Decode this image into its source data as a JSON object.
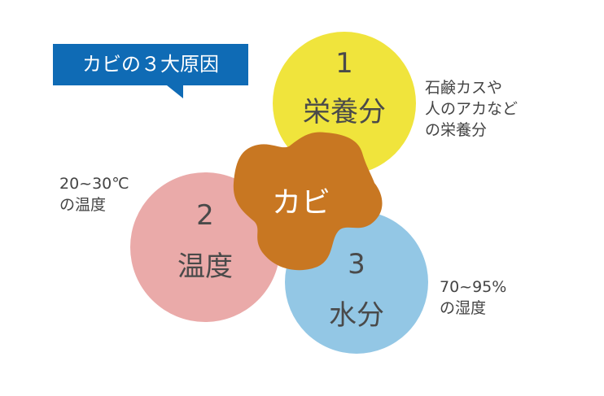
{
  "title": "カビの３大原因",
  "center": {
    "label": "カビ",
    "color": "#c87722"
  },
  "causes": [
    {
      "number": "1",
      "name": "栄養分",
      "color": "#f0e43c",
      "detail": [
        "石鹸カスや",
        "人のアカなど",
        "の栄養分"
      ]
    },
    {
      "number": "2",
      "name": "温度",
      "color": "#eaaaa9",
      "detail": [
        "20~30℃",
        "の温度"
      ]
    },
    {
      "number": "3",
      "name": "水分",
      "color": "#93c7e5",
      "detail": [
        "70~95%",
        "の湿度"
      ]
    }
  ],
  "label_color": "#0f6bb5"
}
